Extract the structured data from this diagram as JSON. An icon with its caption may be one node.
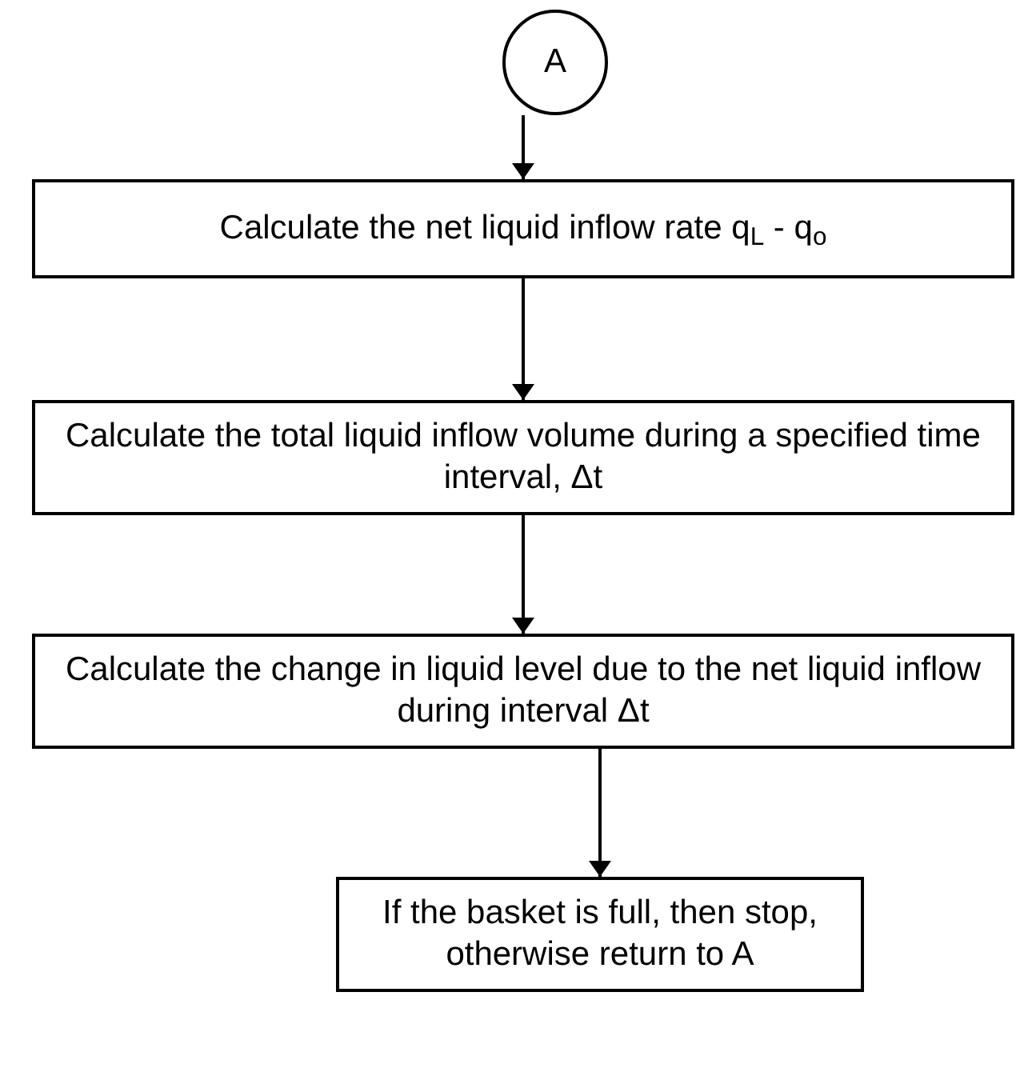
{
  "diagram": {
    "nodes": [
      {
        "text": [
          "A"
        ]
      },
      {
        "text": [
          "Calculate the net liquid inflow rate q$_{L}$ - q$_{o}$"
        ]
      },
      {
        "text": [
          "Calculate the total liquid inflow volume during a specified time interval, Δt"
        ]
      },
      {
        "text": [
          "Calculate the change in liquid level due to the net liquid inflow during interval Δt"
        ]
      },
      {
        "text": [
          "If the basket is full, then stop, otherwise return to A"
        ]
      }
    ],
    "edges": [
      {
        "from": 0,
        "to": 1,
        "arrow": "to"
      },
      {
        "from": 1,
        "to": 2,
        "arrow": "to"
      },
      {
        "from": 2,
        "to": 3,
        "arrow": "to"
      },
      {
        "from": 3,
        "to": 4,
        "arrow": "to"
      }
    ]
  }
}
